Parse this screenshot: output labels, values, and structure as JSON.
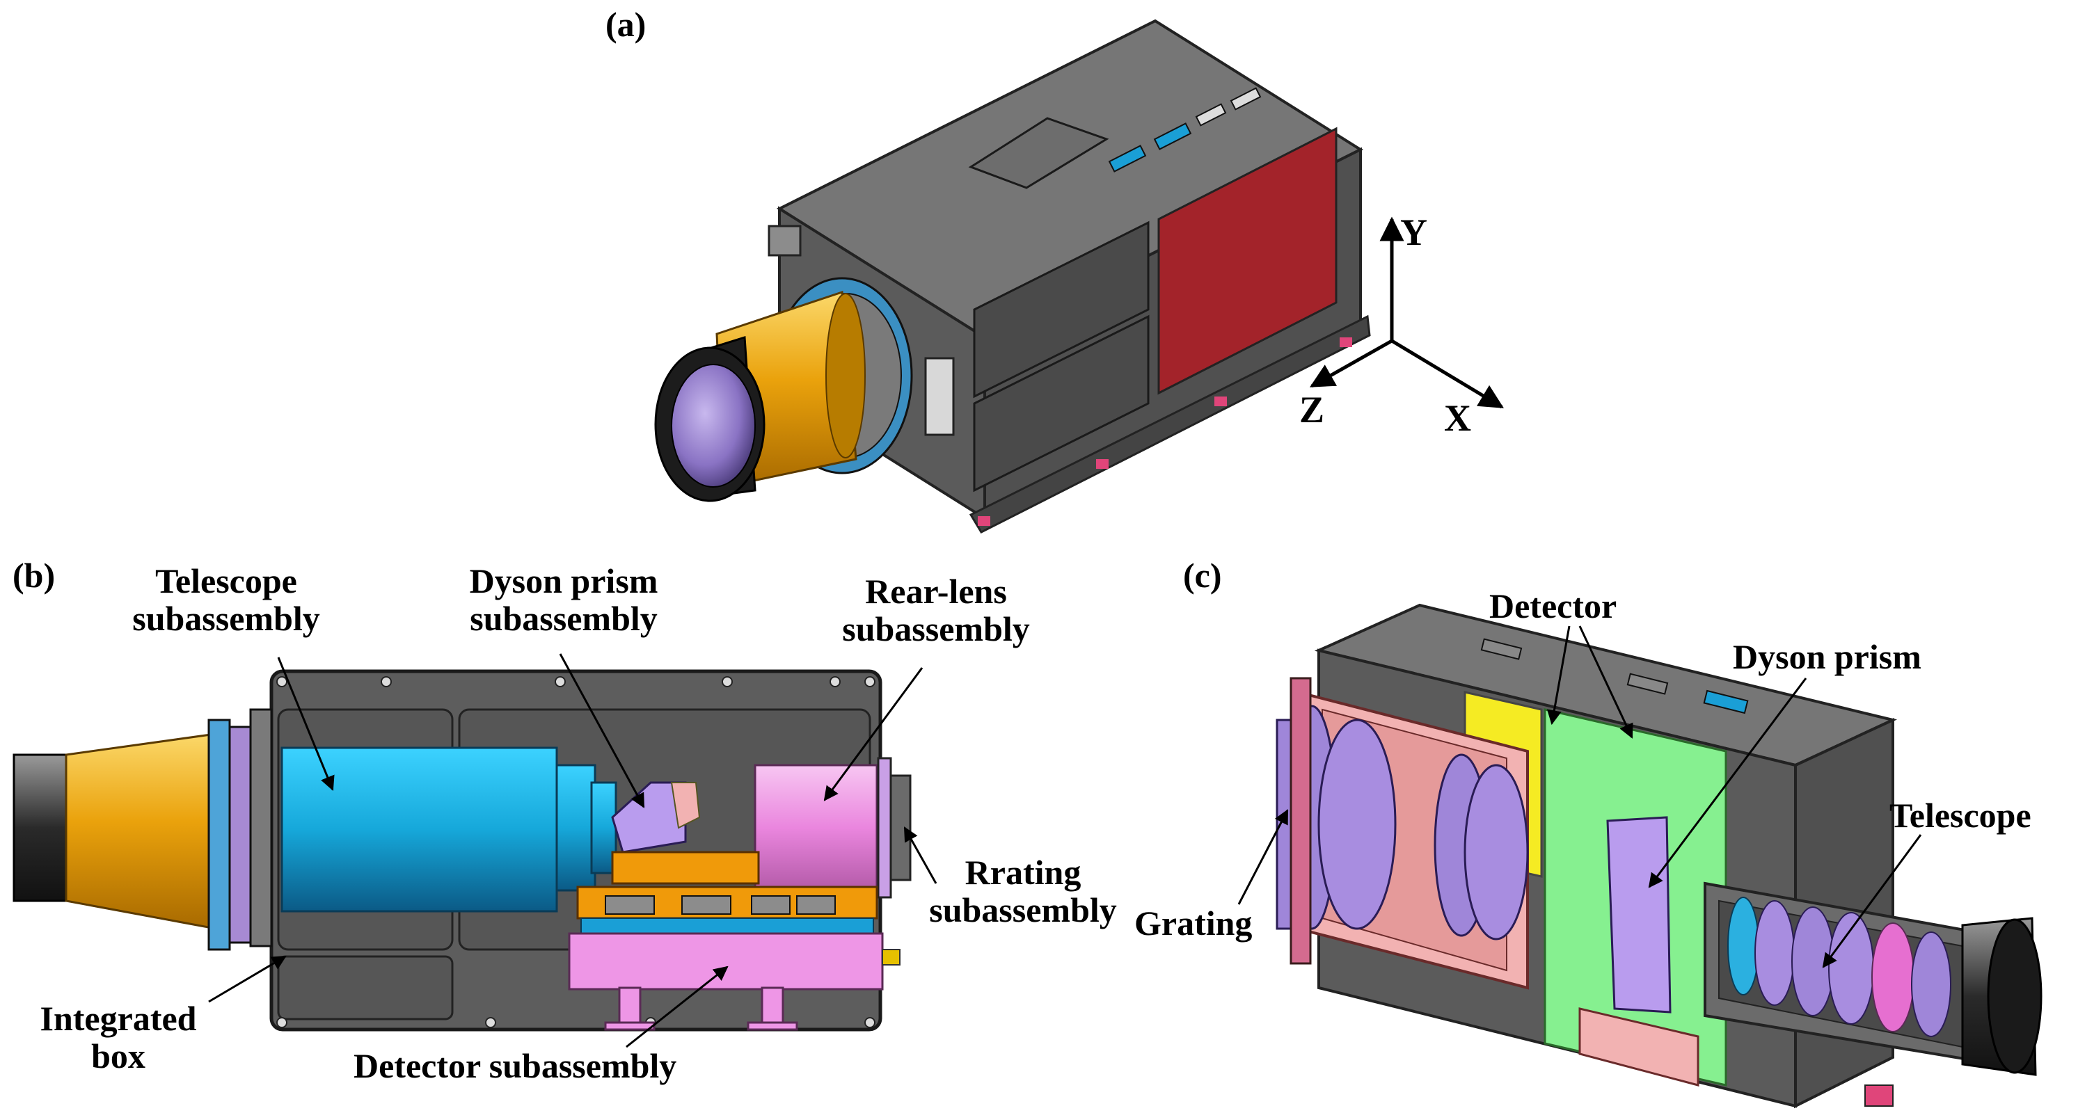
{
  "panels": {
    "a": {
      "label": "(a)"
    },
    "b": {
      "label": "(b)"
    },
    "c": {
      "label": "(c)"
    }
  },
  "axes": {
    "y": "Y",
    "z": "Z",
    "x": "X"
  },
  "panel_b_labels": {
    "telescope": {
      "line1": "Telescope",
      "line2": "subassembly"
    },
    "dyson_prism": {
      "line1": "Dyson prism",
      "line2": "subassembly"
    },
    "rear_lens": {
      "line1": "Rear-lens",
      "line2": "subassembly"
    },
    "grating": {
      "line1": "Rrating",
      "line2": "subassembly"
    },
    "integrated_box": {
      "line1": "Integrated",
      "line2": "box"
    },
    "detector": {
      "line1": "Detector subassembly"
    }
  },
  "panel_c_labels": {
    "detector": "Detector",
    "dyson_prism": "Dyson prism",
    "telescope": "Telescope",
    "grating": "Grating"
  },
  "colors": {
    "housing": "#545454",
    "housing_dark": "#3a3a3a",
    "red_panel": "#a3232a",
    "lens_gold": "#e6a10a",
    "lens_glass": "#8a77c2",
    "telescope_cyan": "#1fb6e6",
    "rear_lens_pink": "#e88fe0",
    "detector_orange": "#f09a0a",
    "detector_pink": "#ee96e6",
    "prism_lavender": "#b99cee",
    "green_board": "#86f090",
    "yellow_baffle": "#f5eb23",
    "grating_salmon": "#f2b2b2"
  }
}
